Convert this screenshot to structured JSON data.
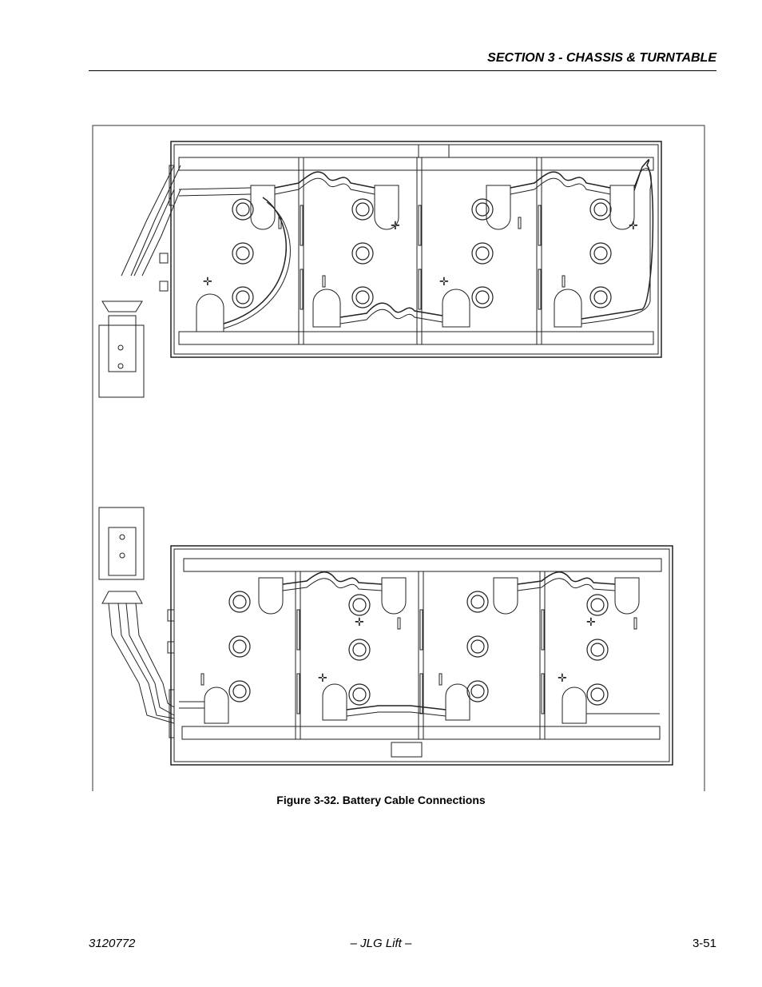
{
  "header": {
    "section_title": "SECTION 3 - CHASSIS & TURNTABLE"
  },
  "figure": {
    "caption": "Figure 3-32.  Battery Cable Connections",
    "batteries_per_tray": 4,
    "trays": 2
  },
  "footer": {
    "doc_number": "3120772",
    "publisher": "– JLG Lift –",
    "page_number": "3-51"
  }
}
